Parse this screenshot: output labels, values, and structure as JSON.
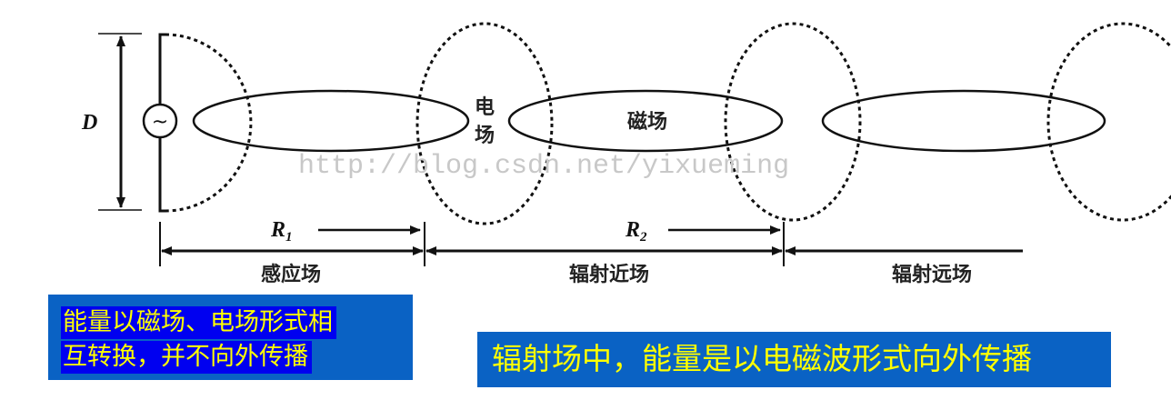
{
  "diagram": {
    "dimension_label": "D",
    "source_symbol": "~",
    "electric_field_label": "电场",
    "magnetic_field_label": "磁场",
    "watermark": "http://blog.csdn.net/yixueming",
    "r1_label": "R",
    "r1_sub": "1",
    "r2_label": "R",
    "r2_sub": "2",
    "regions": [
      "感应场",
      "辐射近场",
      "辐射远场"
    ]
  },
  "notes": {
    "induction_line1": "能量以磁场、电场形式相",
    "induction_line2": "互转换，并不向外传播",
    "radiation": "辐射场中，能量是以电磁波形式向外传播"
  },
  "colors": {
    "box": "#0a62c4",
    "highlight": "#0000f0",
    "text": "#ffff00"
  }
}
